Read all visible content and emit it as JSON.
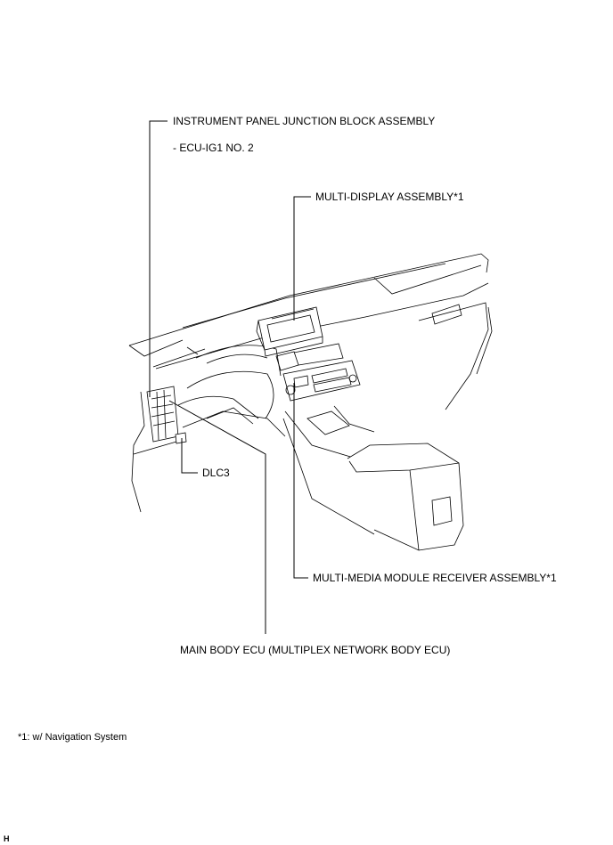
{
  "labels": {
    "junction_block": "INSTRUMENT PANEL JUNCTION BLOCK ASSEMBLY",
    "ecu_ig1": "- ECU-IG1 NO. 2",
    "multi_display": "MULTI-DISPLAY ASSEMBLY*1",
    "dlc3": "DLC3",
    "multimedia_receiver": "MULTI-MEDIA MODULE RECEIVER ASSEMBLY*1",
    "main_body_ecu": "MAIN BODY ECU (MULTIPLEX NETWORK BODY ECU)"
  },
  "footnote": "*1: w/ Navigation System",
  "corner_code": "H"
}
